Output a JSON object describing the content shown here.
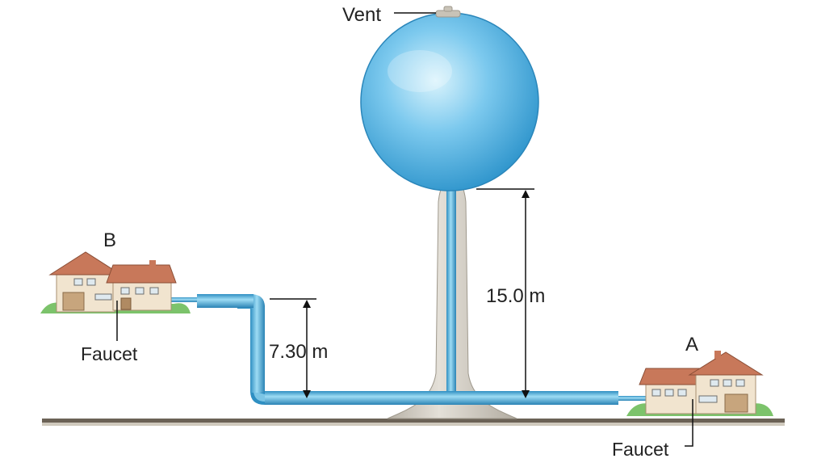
{
  "labels": {
    "vent": "Vent",
    "height_tower": "15.0 m",
    "height_pipe": "7.30 m",
    "house_a": "A",
    "house_b": "B",
    "faucet_a": "Faucet",
    "faucet_b": "Faucet"
  },
  "colors": {
    "water": "#5bb8e6",
    "water_light": "#cfeefa",
    "pipe_dark": "#2f8fc2",
    "tower_stem": "#cfcac0",
    "ground": "#6b6256",
    "roof": "#c8785a",
    "wall": "#f1e4cf",
    "grass": "#7cc36b"
  }
}
